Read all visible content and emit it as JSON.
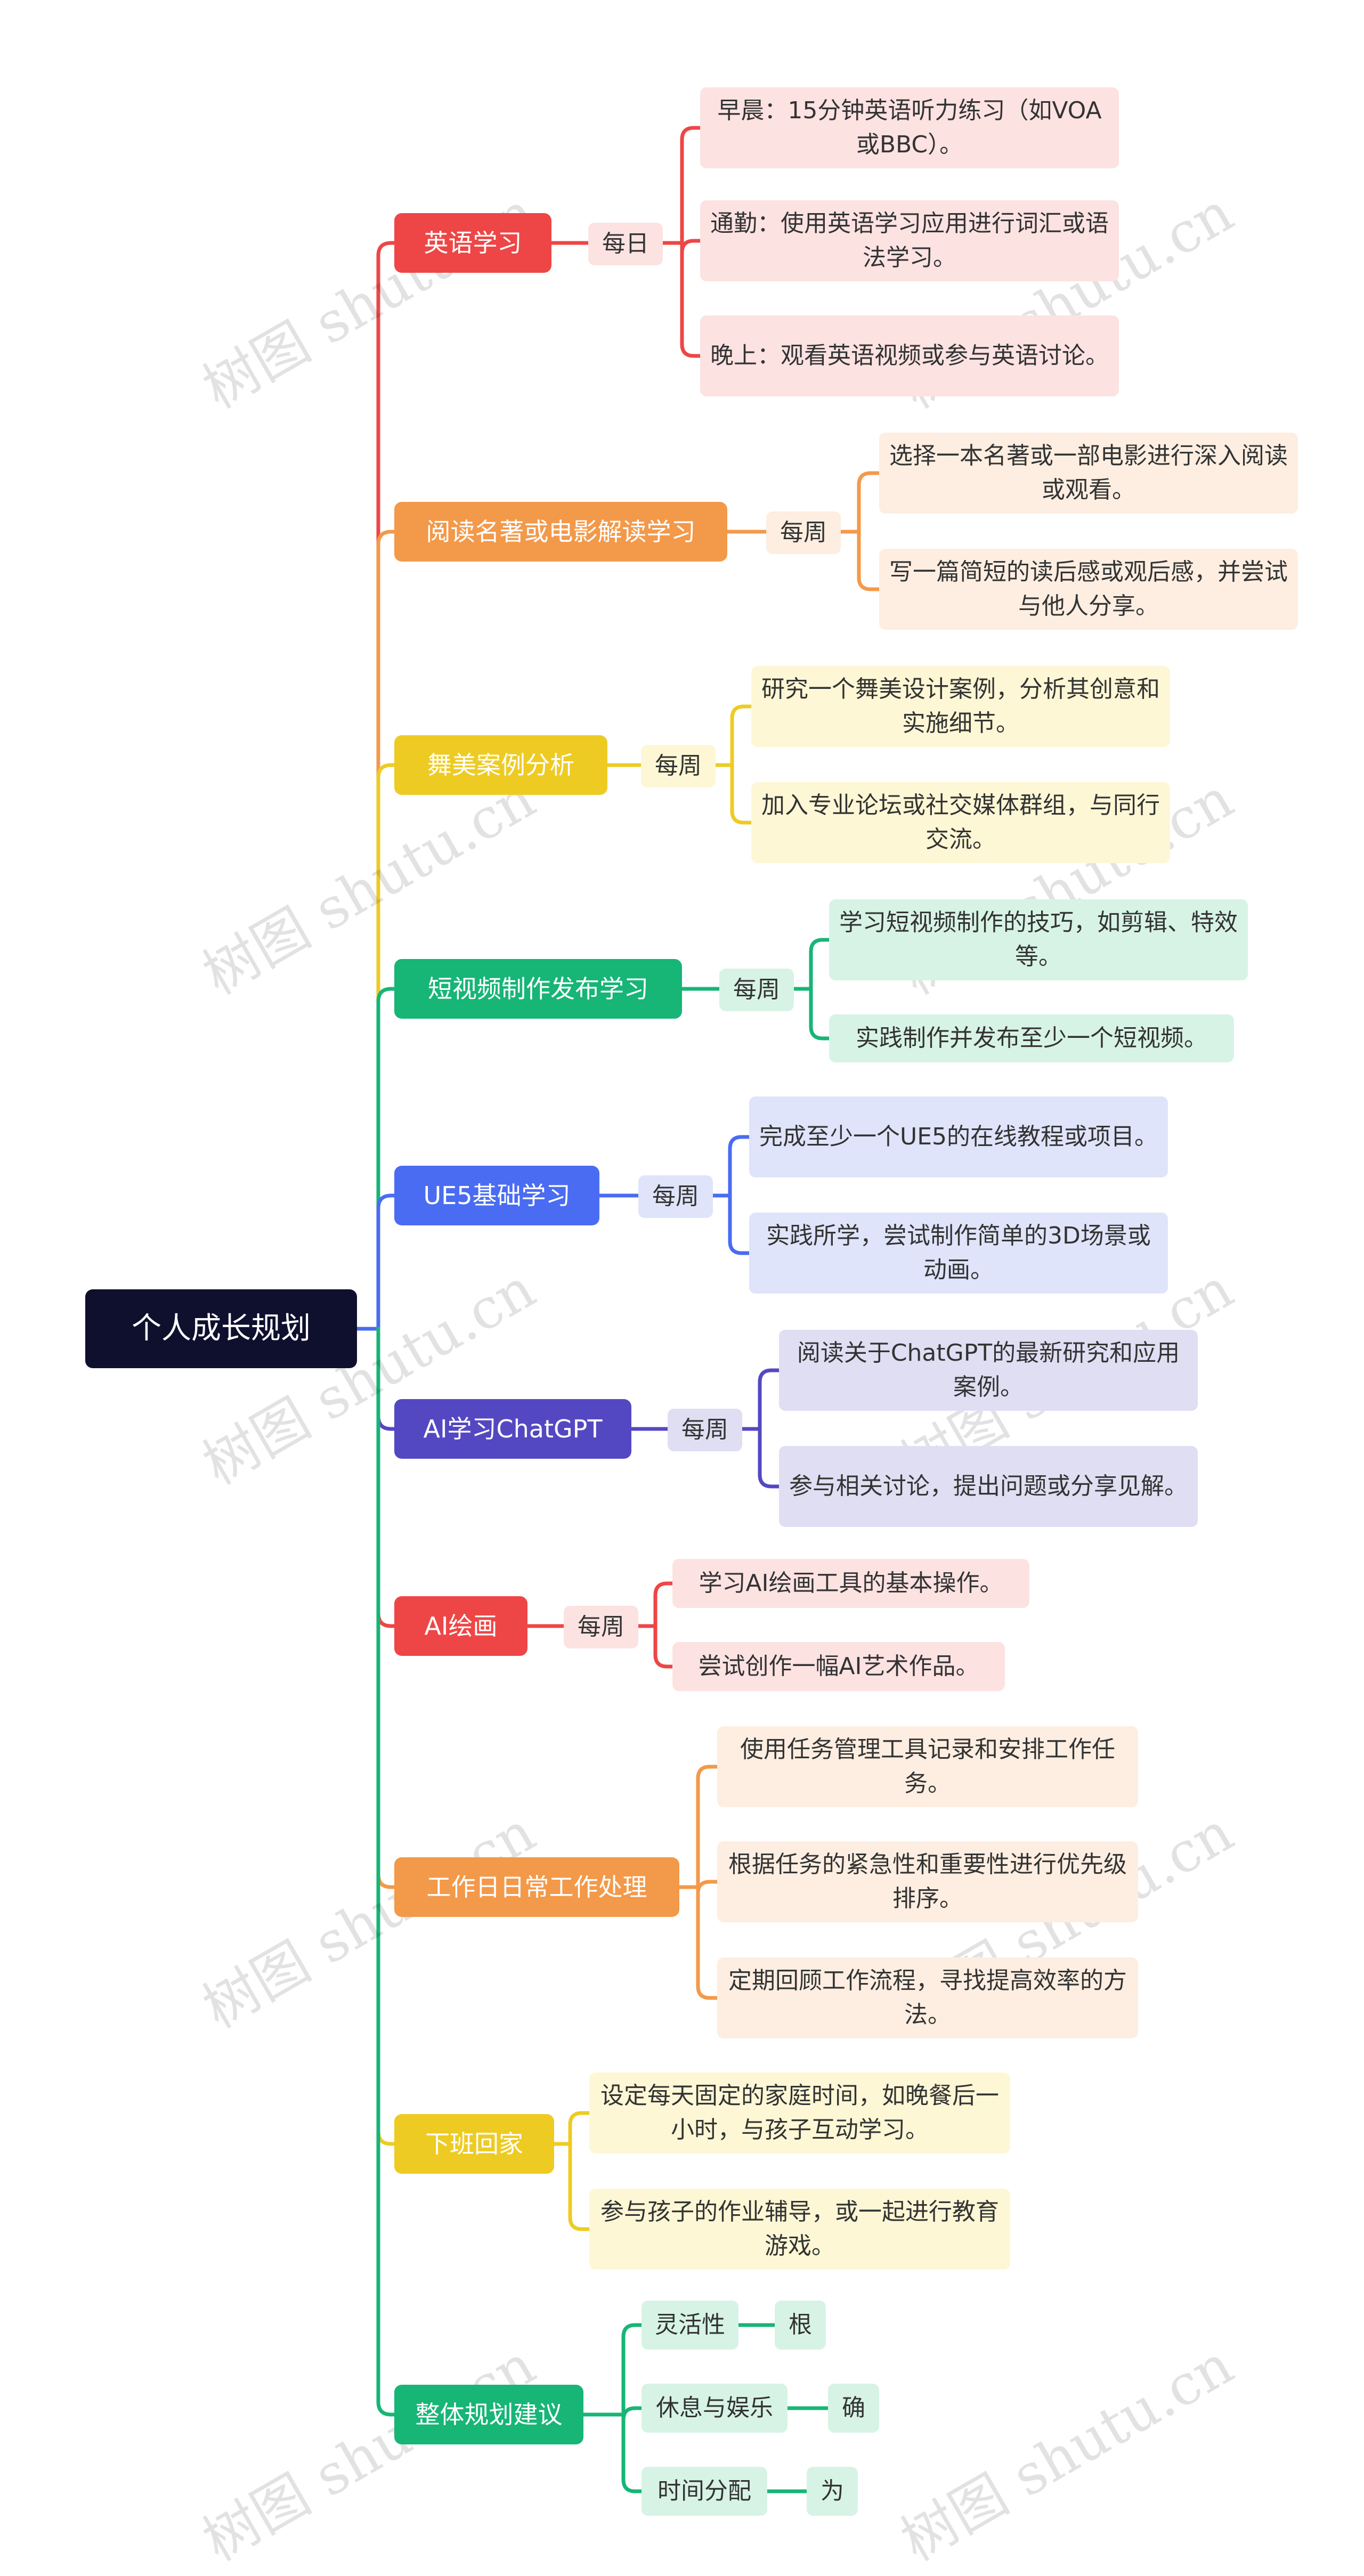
{
  "root": "个人成长规划",
  "branches": [
    {
      "label": "英语学习",
      "color": "#ee4646",
      "freq": "每日",
      "freq_bg": "#fde2e2",
      "leaf_bg": "#fde2e2",
      "leaves": [
        "早晨：15分钟英语听力练习（如VOA或BBC）。",
        "通勤：使用英语学习应用进行词汇或语法学习。",
        "晚上：观看英语视频或参与英语讨论。"
      ]
    },
    {
      "label": "阅读名著或电影解读学习",
      "color": "#f3994a",
      "freq": "每周",
      "freq_bg": "#fdeee1",
      "leaf_bg": "#fdeee1",
      "leaves": [
        "选择一本名著或一部电影进行深入阅读或观看。",
        "写一篇简短的读后感或观后感，并尝试与他人分享。"
      ]
    },
    {
      "label": "舞美案例分析",
      "color": "#eecb23",
      "freq": "每周",
      "freq_bg": "#fdf7d5",
      "leaf_bg": "#fdf7d5",
      "leaves": [
        "研究一个舞美设计案例，分析其创意和实施细节。",
        "加入专业论坛或社交媒体群组，与同行交流。"
      ]
    },
    {
      "label": "短视频制作发布学习",
      "color": "#17b576",
      "freq": "每周",
      "freq_bg": "#d7f3e6",
      "leaf_bg": "#d7f3e6",
      "leaves": [
        "学习短视频制作的技巧，如剪辑、特效等。",
        "实践制作并发布至少一个短视频。"
      ]
    },
    {
      "label": "UE5基础学习",
      "color": "#4a6cf2",
      "freq": "每周",
      "freq_bg": "#dfe4fb",
      "leaf_bg": "#dfe4fb",
      "leaves": [
        "完成至少一个UE5的在线教程或项目。",
        "实践所学，尝试制作简单的3D场景或动画。"
      ]
    },
    {
      "label": "AI学习ChatGPT",
      "color": "#5448c2",
      "freq": "每周",
      "freq_bg": "#e0def3",
      "leaf_bg": "#e0def3",
      "leaves": [
        "阅读关于ChatGPT的最新研究和应用案例。",
        "参与相关讨论，提出问题或分享见解。"
      ]
    },
    {
      "label": "AI绘画",
      "color": "#ee4646",
      "freq": "每周",
      "freq_bg": "#fde2e2",
      "leaf_bg": "#fde2e2",
      "leaves": [
        "学习AI绘画工具的基本操作。",
        "尝试创作一幅AI艺术作品。"
      ]
    },
    {
      "label": "工作日日常工作处理",
      "color": "#f3994a",
      "freq": "",
      "freq_bg": "",
      "leaf_bg": "#fdeee1",
      "leaves": [
        "使用任务管理工具记录和安排工作任务。",
        "根据任务的紧急性和重要性进行优先级排序。",
        "定期回顾工作流程，寻找提高效率的方法。"
      ]
    },
    {
      "label": "下班回家",
      "color": "#eecb23",
      "freq": "",
      "freq_bg": "",
      "leaf_bg": "#fdf7d5",
      "leaves": [
        "设定每天固定的家庭时间，如晚餐后一小时，与孩子互动学习。",
        "参与孩子的作业辅导，或一起进行教育游戏。"
      ]
    },
    {
      "label": "整体规划建议",
      "color": "#17b576",
      "freq": "",
      "freq_bg": "",
      "leaf_bg": "#d7f3e6",
      "leaves": [
        "灵活性",
        "休息与娱乐",
        "时间分配"
      ],
      "subleaves": [
        "根",
        "确",
        "为"
      ]
    }
  ],
  "watermark": "树图 shutu.cn"
}
